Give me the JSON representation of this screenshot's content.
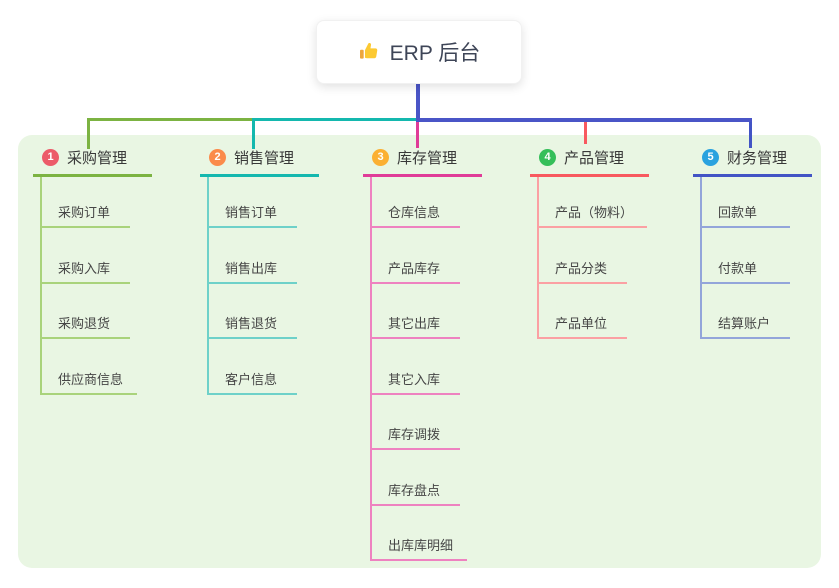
{
  "root": {
    "title": "ERP 后台",
    "icon": "thumbs-up-icon"
  },
  "panel": {
    "background": "#e9f6e3"
  },
  "connector": {
    "color": "#4a55c7"
  },
  "branches": [
    {
      "num": "1",
      "title": "采购管理",
      "badge_color": "#ec5b69",
      "line_color": "#7cb342",
      "item_line_color": "#a9d37b",
      "items": [
        "采购订单",
        "采购入库",
        "采购退货",
        "供应商信息"
      ]
    },
    {
      "num": "2",
      "title": "销售管理",
      "badge_color": "#fb8b4b",
      "line_color": "#14b8ae",
      "item_line_color": "#6ed1c9",
      "items": [
        "销售订单",
        "销售出库",
        "销售退货",
        "客户信息"
      ]
    },
    {
      "num": "3",
      "title": "库存管理",
      "badge_color": "#fbb033",
      "line_color": "#e03c98",
      "item_line_color": "#ee82c0",
      "items": [
        "仓库信息",
        "产品库存",
        "其它出库",
        "其它入库",
        "库存调拨",
        "库存盘点",
        "出库库明细"
      ]
    },
    {
      "num": "4",
      "title": "产品管理",
      "badge_color": "#35bf5a",
      "line_color": "#f8595f",
      "item_line_color": "#fba0a3",
      "items": [
        "产品（物料）",
        "产品分类",
        "产品单位"
      ]
    },
    {
      "num": "5",
      "title": "财务管理",
      "badge_color": "#2aa2df",
      "line_color": "#4254c5",
      "item_line_color": "#93a5da",
      "items": [
        "回款单",
        "付款单",
        "结算账户"
      ]
    }
  ]
}
